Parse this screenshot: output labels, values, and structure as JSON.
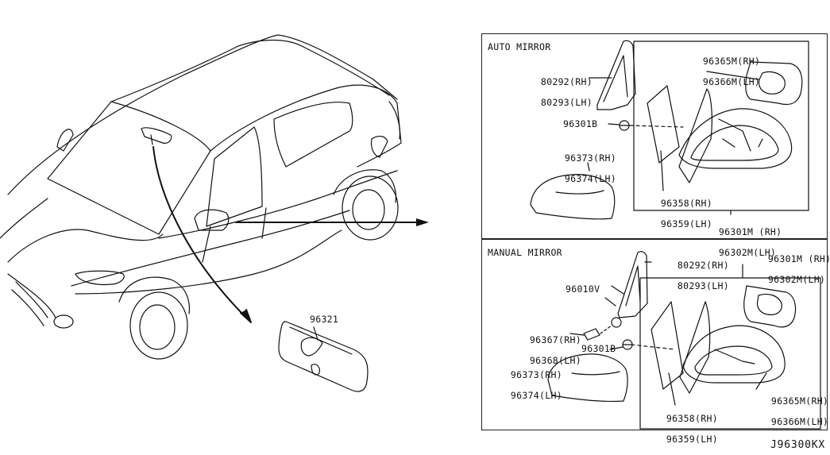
{
  "sections": {
    "auto": {
      "title": "AUTO MIRROR",
      "parts": {
        "base_rh": "80292(RH)",
        "base_lh": "80293(LH)",
        "glass_rh": "96365M(RH)",
        "glass_lh": "96366M(LH)",
        "screw": "96301B",
        "cover_rh": "96373(RH)",
        "cover_lh": "96374(LH)",
        "finisher_rh": "96358(RH)",
        "finisher_lh": "96359(LH)",
        "assy_rh": "96301M (RH)",
        "assy_lh": "96302M(LH)"
      }
    },
    "manual": {
      "title": "MANUAL MIRROR",
      "parts": {
        "base_rh": "80292(RH)",
        "base_lh": "80293(LH)",
        "assy_rh": "96301M (RH)",
        "assy_lh": "96302M(LH)",
        "lever": "96010V",
        "seal_rh": "96367(RH)",
        "seal_lh": "96368(LH)",
        "screw": "96301B",
        "cover_rh": "96373(RH)",
        "cover_lh": "96374(LH)",
        "glass_rh": "96365M(RH)",
        "glass_lh": "96366M(LH)",
        "finisher_rh": "96358(RH)",
        "finisher_lh": "96359(LH)"
      }
    }
  },
  "inside_mirror": {
    "part": "96321"
  },
  "diagram_code": "J96300KX"
}
